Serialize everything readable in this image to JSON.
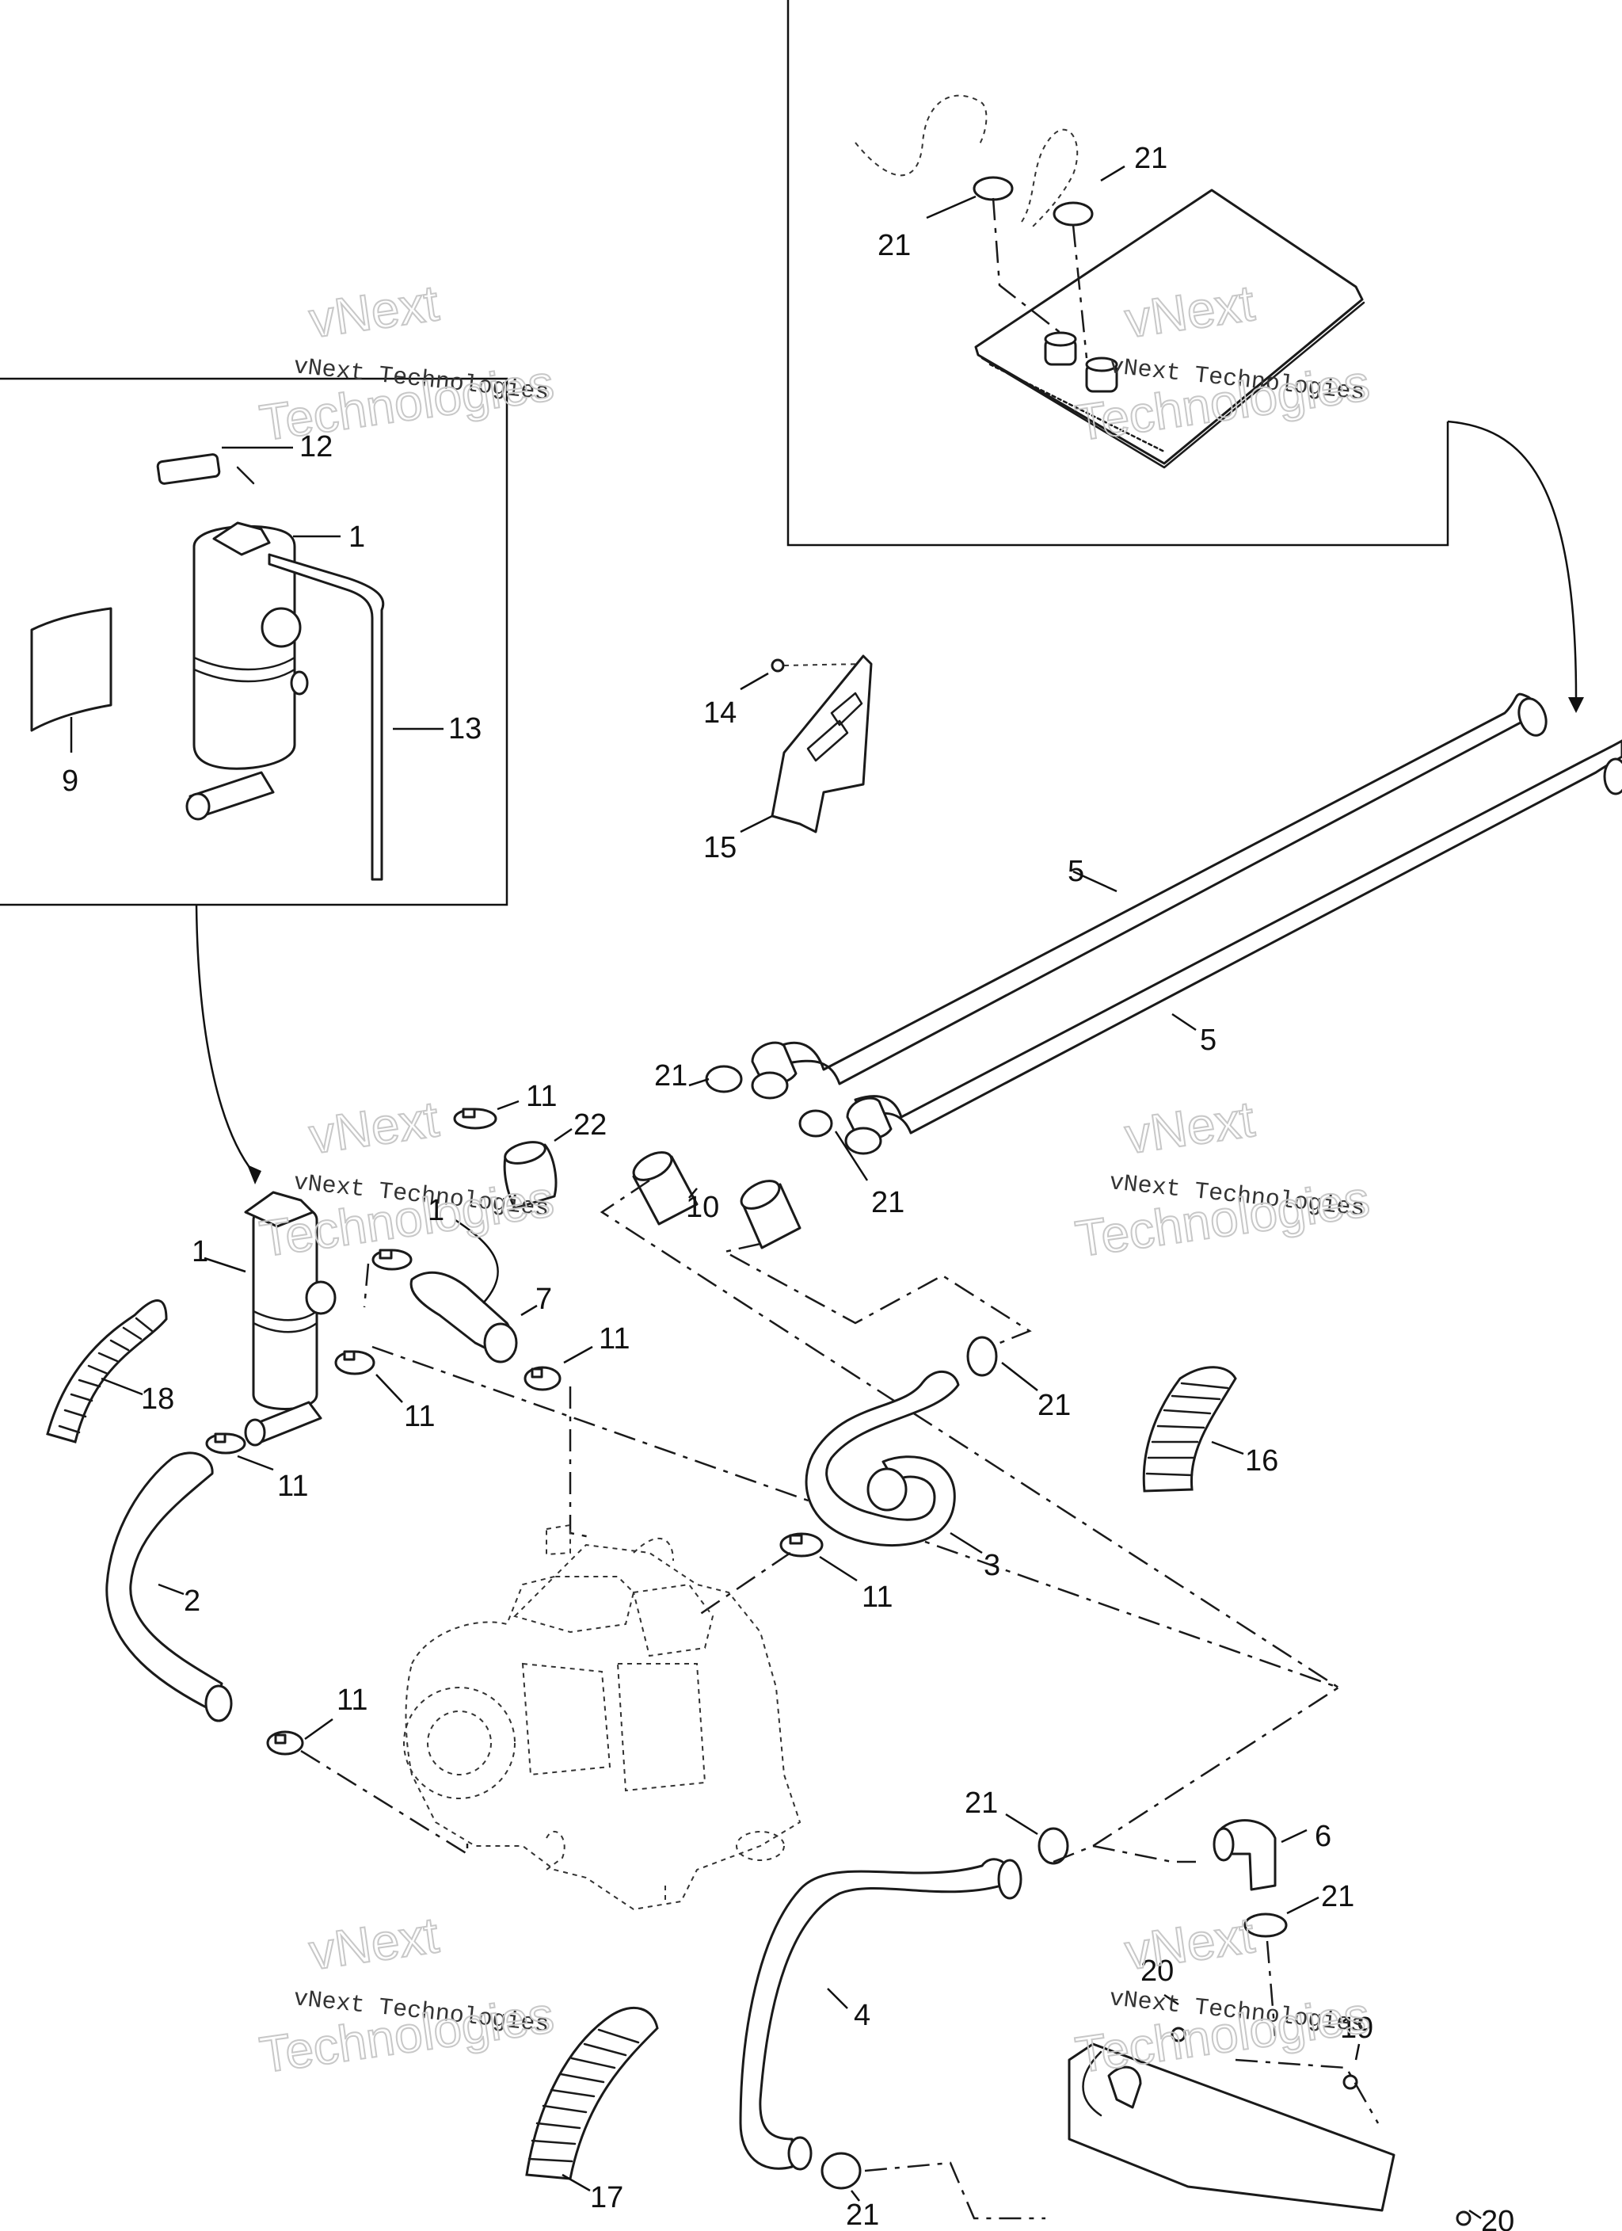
{
  "callouts": {
    "c21_top_right": "21",
    "c21_top_left": "21",
    "c12": "12",
    "c1_top": "1",
    "c13": "13",
    "c9": "9",
    "c14": "14",
    "c15": "15",
    "c5_a": "5",
    "c5_b": "5",
    "c21_a": "21",
    "c11_a": "11",
    "c22": "22",
    "c10": "10",
    "c21_b": "21",
    "c1_mid": "1",
    "c7": "7",
    "c11_b": "11",
    "c18": "18",
    "c11_c": "11",
    "c21_c": "21",
    "c16": "16",
    "c11_d": "11",
    "c3": "3",
    "c11_e": "11",
    "c2": "2",
    "c11_f": "11",
    "c21_d": "21",
    "c6": "6",
    "c21_e": "21",
    "c20_a": "20",
    "c4": "4",
    "c19": "19",
    "c17": "17",
    "c21_f": "21",
    "c20_b": "20",
    "c1_extra": "1"
  },
  "watermarks": {
    "line1": "vNext Technologies",
    "big1": "vNext",
    "big2": "Technologies"
  }
}
